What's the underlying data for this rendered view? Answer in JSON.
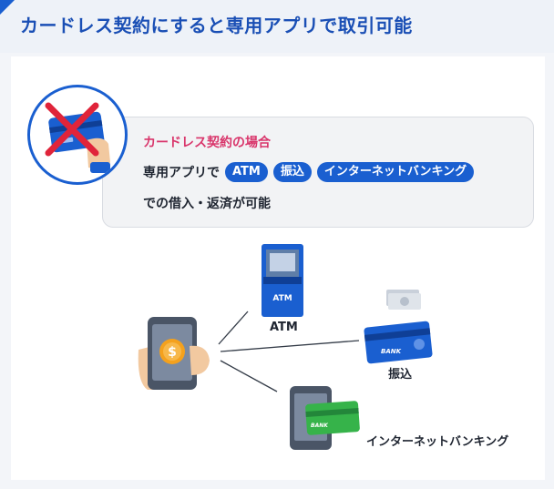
{
  "header": {
    "title": "カードレス契約にすると専用アプリで取引可能"
  },
  "callout": {
    "heading": "カードレス契約の場合",
    "line1_prefix": "専用アプリで",
    "pills": [
      "ATM",
      "振込",
      "インターネットバンキング"
    ],
    "line2": "での借入・返済が可能"
  },
  "diagram": {
    "atm_screen_text": "ATM",
    "atm_label": "ATM",
    "transfer_card_text": "BANK",
    "transfer_label": "振込",
    "netbank_card_text": "BANK",
    "netbank_label": "インターネットバンキング",
    "coin_symbol": "$"
  },
  "colors": {
    "accent_blue": "#1a5fd0",
    "heading_pink": "#d9356b",
    "cross_red": "#e0243a",
    "card_green": "#36b34a",
    "coin_orange": "#f4a11d"
  }
}
